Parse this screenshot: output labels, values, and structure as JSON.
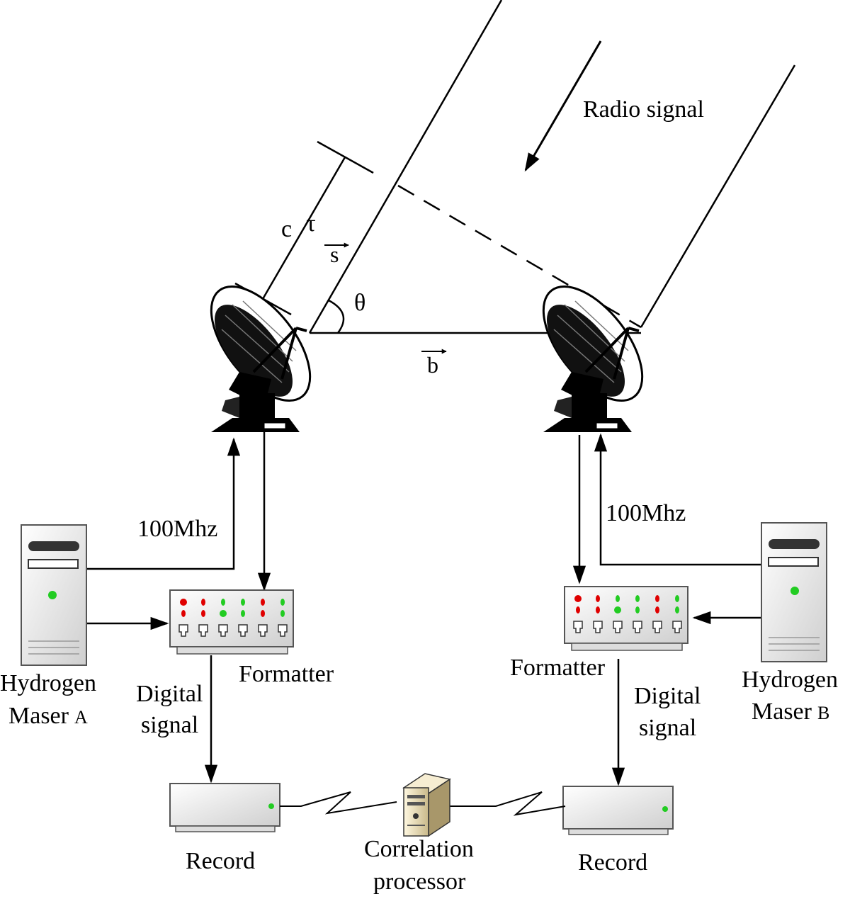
{
  "labels": {
    "radio_signal": "Radio signal",
    "c": "c",
    "tau": "τ",
    "s_vec": "s",
    "theta": "θ",
    "b_vec": "b",
    "freq_a": "100Mhz",
    "freq_b": "100Mhz",
    "maser_a_line1": "Hydrogen",
    "maser_a_line2": "Maser",
    "maser_a_id": "A",
    "maser_b_line1": "Hydrogen",
    "maser_b_line2": "Maser",
    "maser_b_id": "B",
    "formatter_a": "Formatter",
    "formatter_b": "Formatter",
    "digital_a_line1": "Digital",
    "digital_a_line2": "signal",
    "digital_b_line1": "Digital",
    "digital_b_line2": "signal",
    "record_a": "Record",
    "record_b": "Record",
    "correlation_line1": "Correlation",
    "correlation_line2": "processor"
  },
  "colors": {
    "line": "#000000",
    "led_red": "#e00000",
    "led_green": "#22cc22",
    "device_fill": "#eeeeee",
    "device_stroke": "#555555",
    "server_fill": "#f1e6c8"
  }
}
